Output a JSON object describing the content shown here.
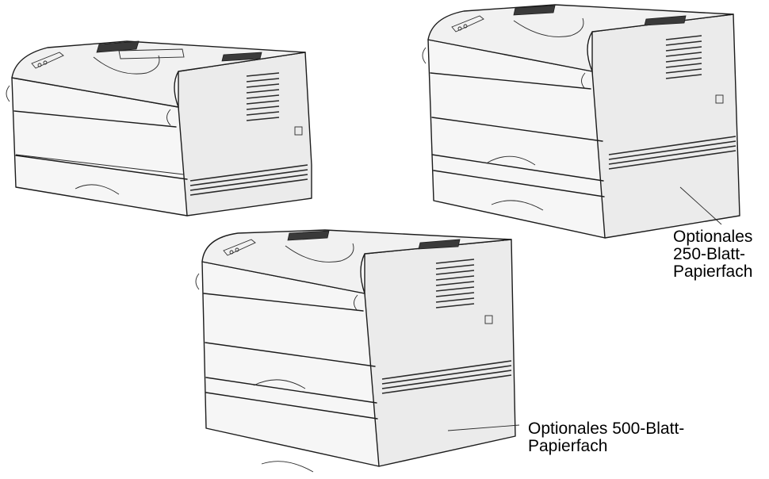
{
  "figure": {
    "callout_tray_250": {
      "lines": [
        "Optionales",
        "250-Blatt-",
        "Papierfach"
      ]
    },
    "callout_tray_500": {
      "lines": [
        "Optionales 500-Blatt-",
        "Papierfach"
      ]
    }
  },
  "colors": {
    "line": "#1c1c1c",
    "fill_light": "#f6f6f6",
    "fill_body": "#ebebeb",
    "background": "#ffffff"
  }
}
